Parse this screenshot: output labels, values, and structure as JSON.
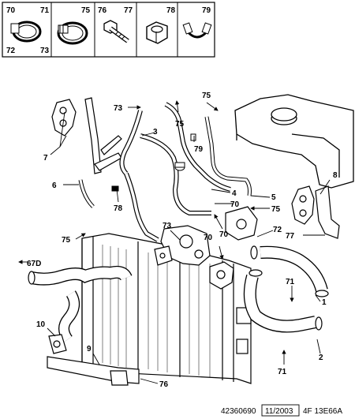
{
  "parts_box": [
    {
      "id": "part-box-clip-70-73",
      "labels": [
        "70",
        "71",
        "72",
        "73"
      ]
    },
    {
      "id": "part-box-clamp-75",
      "labels": [
        "75"
      ]
    },
    {
      "id": "part-box-bolt",
      "labels": [
        "76",
        "77"
      ]
    },
    {
      "id": "part-box-nut",
      "labels": [
        "78"
      ]
    },
    {
      "id": "part-box-clip-79",
      "labels": [
        "79"
      ]
    }
  ],
  "callouts": {
    "c73a": "73",
    "c75a": "75",
    "c75b": "75",
    "c3": "3",
    "c79": "79",
    "c7": "7",
    "c8": "8",
    "c4": "4",
    "c5": "5",
    "c6": "6",
    "c78": "78",
    "c70a": "70",
    "c75c": "75",
    "c70b": "70",
    "c72": "72",
    "c75d": "75",
    "c73b": "73",
    "c77": "77",
    "c67d": "67D",
    "c70c": "70",
    "c71a": "71",
    "c1": "1",
    "c10": "10",
    "c71b": "71",
    "c2": "2",
    "c9": "9",
    "c76": "76"
  },
  "footer": {
    "ref": "42360690",
    "date": "11/2003",
    "code": "4F 13E66A"
  }
}
